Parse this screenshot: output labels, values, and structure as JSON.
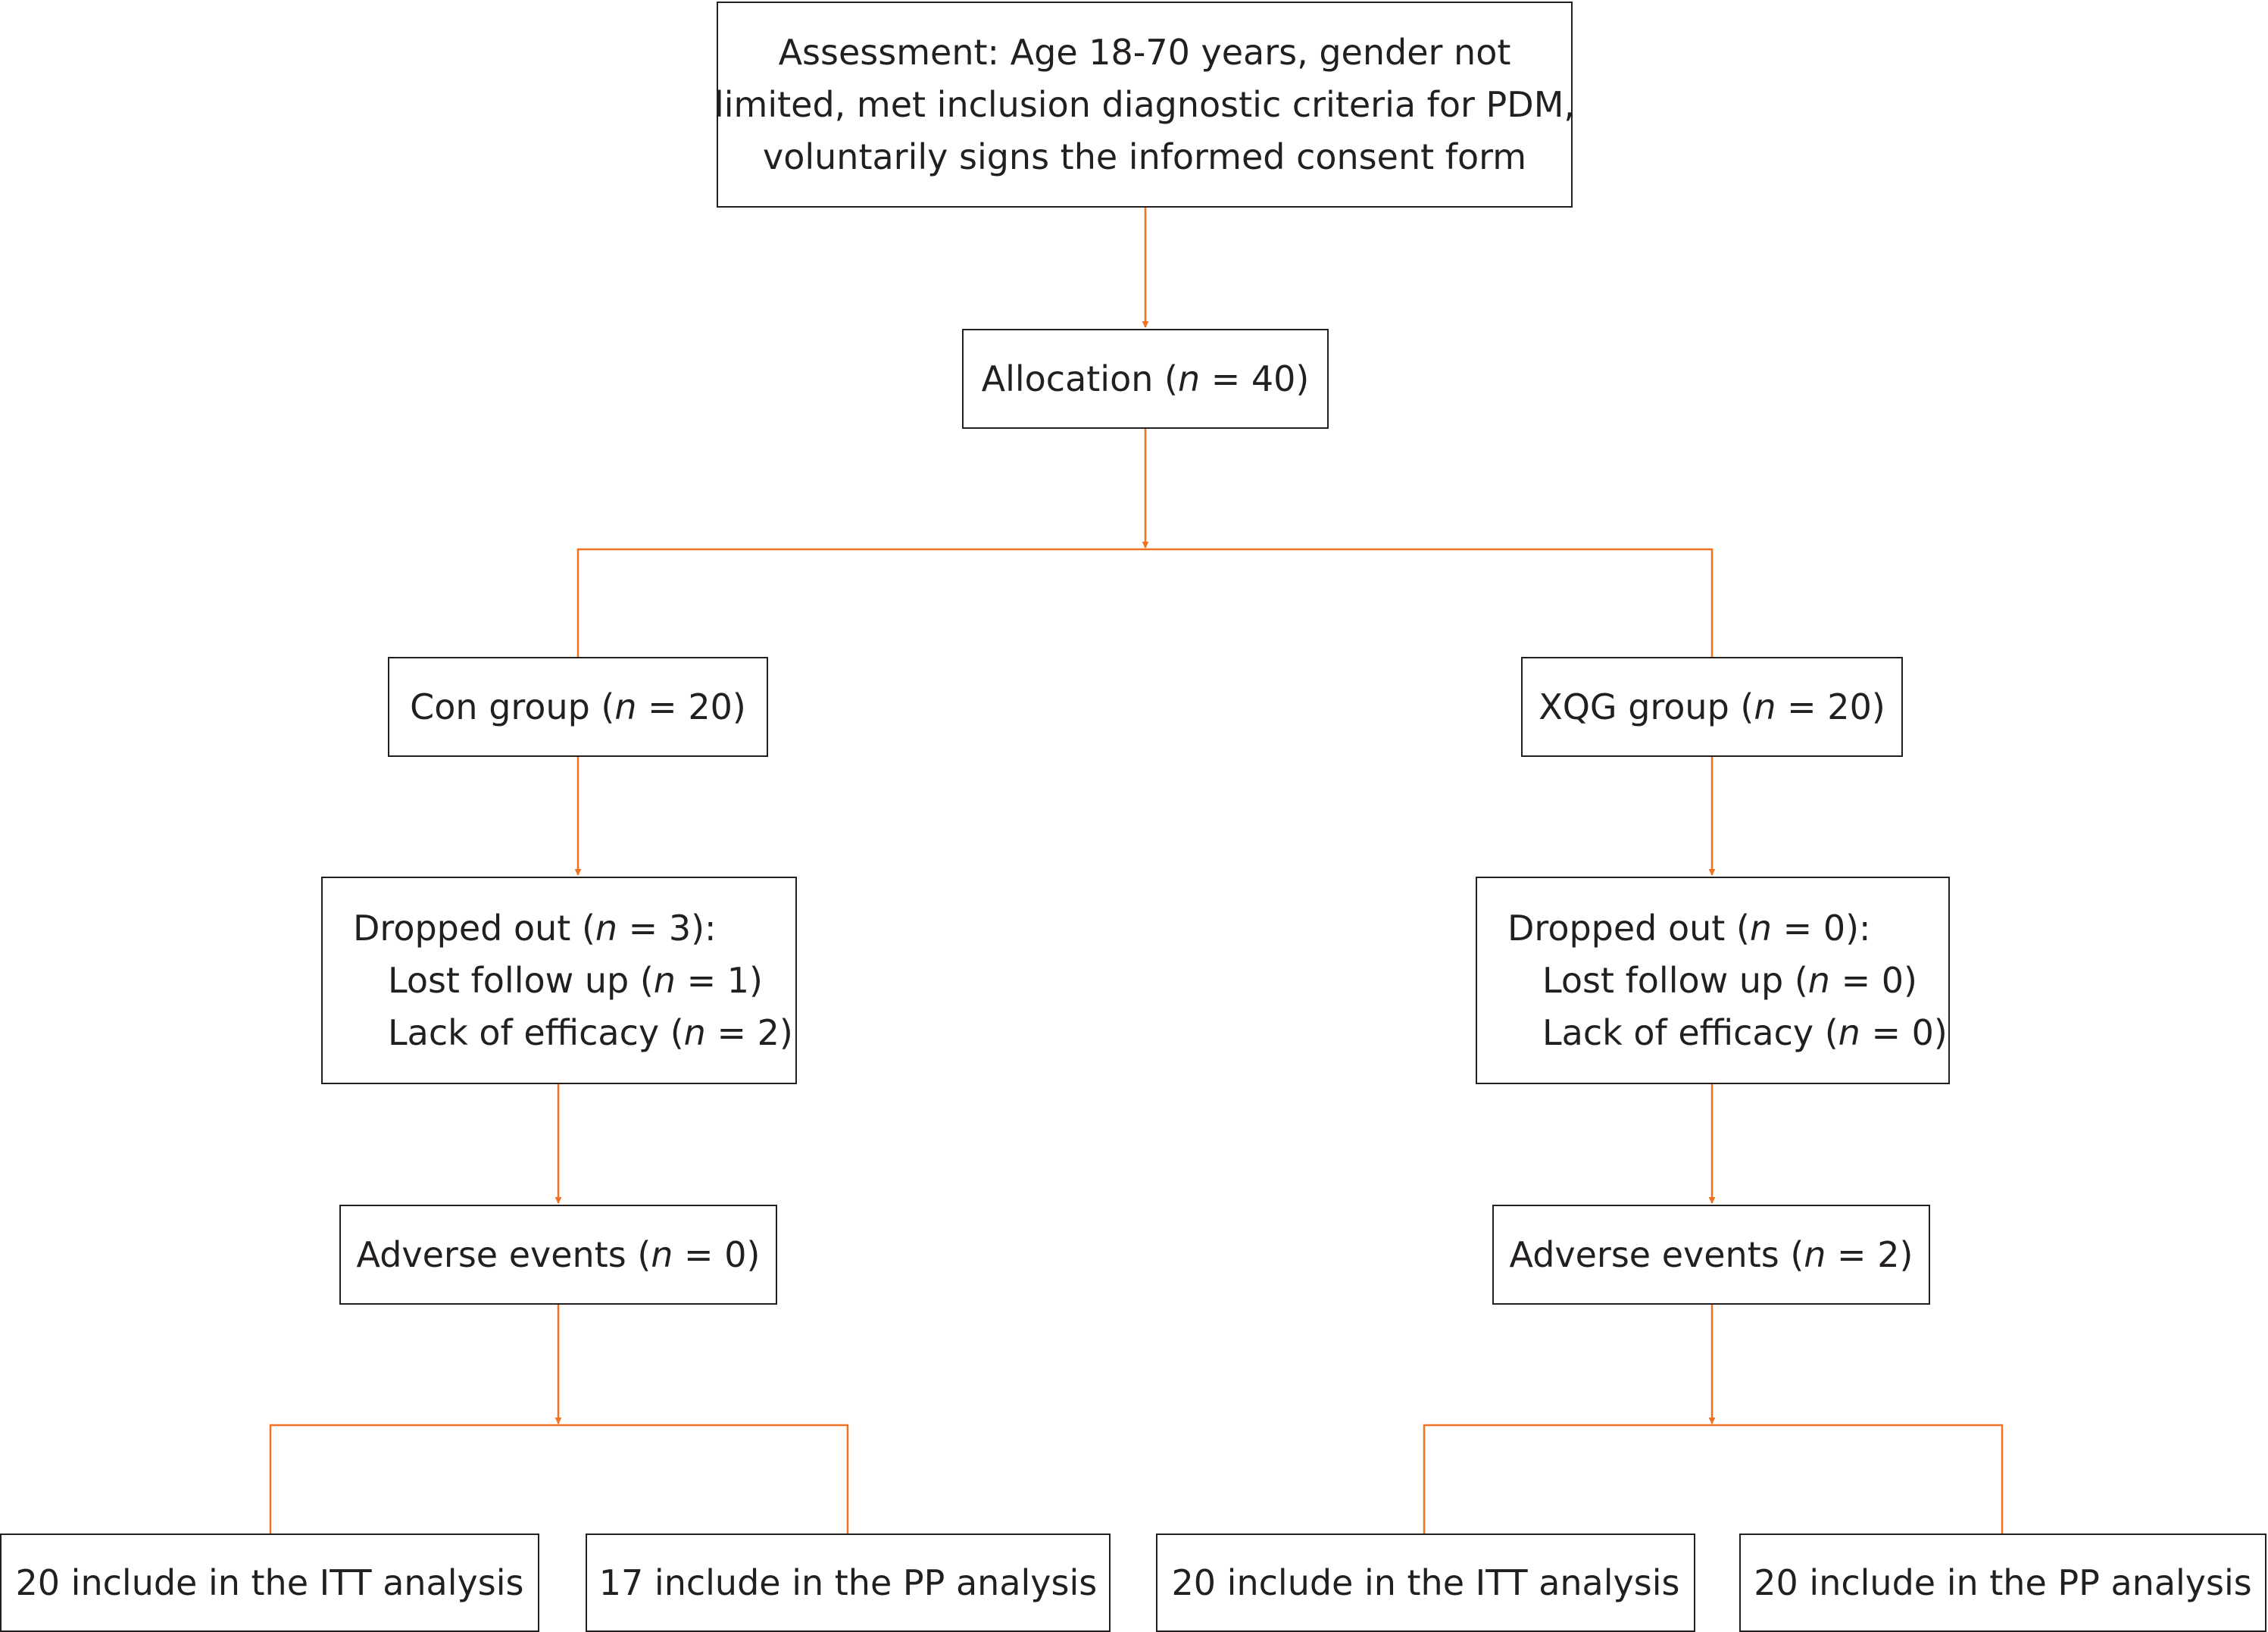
{
  "colors": {
    "connector": "#f07122",
    "box_border": "#231f20",
    "text": "#231f20"
  },
  "assessment": {
    "lines": [
      "Assessment: Age 18-70 years, gender not",
      "limited, met inclusion diagnostic criteria for PDM,",
      "voluntarily signs the informed consent form"
    ]
  },
  "allocation": {
    "label": "Allocation (",
    "n": "n",
    "value": " = 40)"
  },
  "con_group": {
    "label": "Con group (",
    "n": "n",
    "value": " = 20)",
    "dropped": {
      "header_label": "Dropped out (",
      "header_value": " = 3):",
      "lost_label": "Lost follow up (",
      "lost_value": " = 1)",
      "lack_label": "Lack of efficacy (",
      "lack_value": " = 2)"
    },
    "adverse": {
      "label": "Adverse events (",
      "value": " = 0)"
    },
    "itt": "20 include in the ITT analysis",
    "pp": "17 include in the PP analysis"
  },
  "xqg_group": {
    "label": "XQG group (",
    "n": "n",
    "value": " = 20)",
    "dropped": {
      "header_label": "Dropped out (",
      "header_value": " = 0):",
      "lost_label": "Lost follow up (",
      "lost_value": " = 0)",
      "lack_label": "Lack of efficacy (",
      "lack_value": " = 0)"
    },
    "adverse": {
      "label": "Adverse events (",
      "value": " = 2)"
    },
    "itt": "20 include in the ITT analysis",
    "pp": "20 include in the PP analysis"
  }
}
